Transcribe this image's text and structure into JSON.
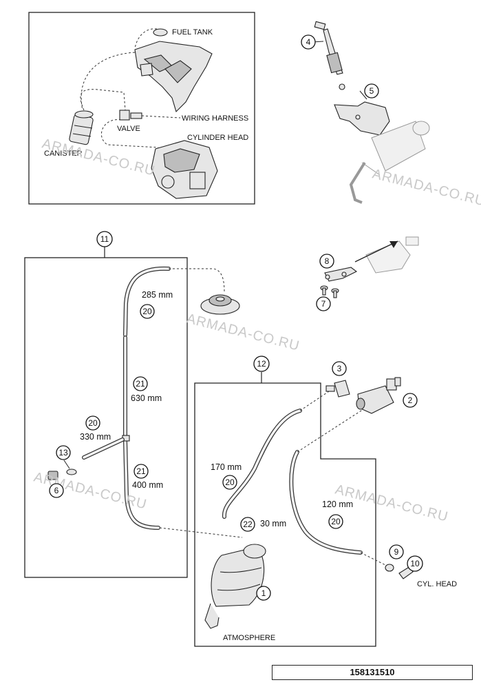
{
  "inset": {
    "labels": {
      "fuel_tank": "FUEL TANK",
      "wiring_harness": "WIRING HARNESS",
      "valve": "VALVE",
      "cylinder_head": "CYLINDER HEAD",
      "canister": "CANISTER"
    }
  },
  "callouts": {
    "c1": "1",
    "c2": "2",
    "c3": "3",
    "c4": "4",
    "c5": "5",
    "c6": "6",
    "c7": "7",
    "c8": "8",
    "c9": "9",
    "c10": "10",
    "c11": "11",
    "c12": "12",
    "c13": "13",
    "c20a": "20",
    "c20b": "20",
    "c20c": "20",
    "c20d": "20",
    "c21a": "21",
    "c21b": "21",
    "c22": "22"
  },
  "dimensions": {
    "d285": "285 mm",
    "d630": "630 mm",
    "d330": "330 mm",
    "d400": "400 mm",
    "d170": "170 mm",
    "d30": "30 mm",
    "d120": "120 mm"
  },
  "labels": {
    "cyl_head": "CYL. HEAD",
    "atmosphere": "ATMOSPHERE"
  },
  "watermark": "ARMADA-CO.RU",
  "drawing_code": "158131510"
}
